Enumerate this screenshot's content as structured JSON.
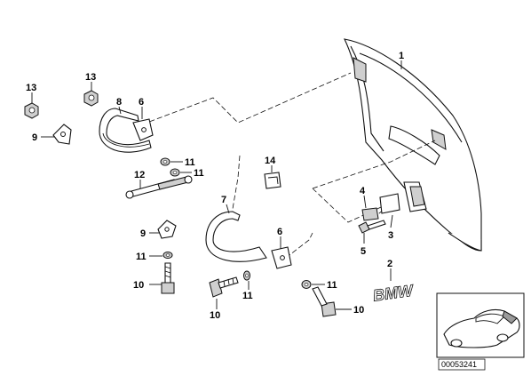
{
  "callouts": {
    "c1": "1",
    "c2": "2",
    "c3": "3",
    "c4": "4",
    "c5": "5",
    "c6a": "6",
    "c6b": "6",
    "c7": "7",
    "c8": "8",
    "c9a": "9",
    "c9b": "9",
    "c10a": "10",
    "c10b": "10",
    "c10c": "10",
    "c11a": "11",
    "c11b": "11",
    "c11c": "11",
    "c11d": "11",
    "c11e": "11",
    "c12": "12",
    "c13a": "13",
    "c13b": "13",
    "c14": "14"
  },
  "emblem_text": "BMW",
  "reference_number": "00053241"
}
